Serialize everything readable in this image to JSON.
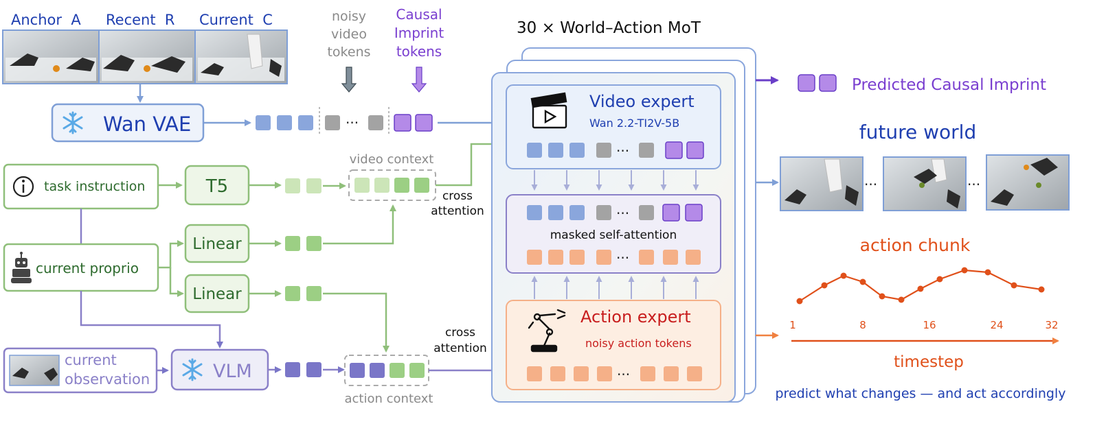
{
  "inputs": {
    "frames": [
      {
        "label": "Anchor  A"
      },
      {
        "label": "Recent  R"
      },
      {
        "label": "Current  C"
      }
    ],
    "noisy_video_tokens": [
      "noisy",
      "video",
      "tokens"
    ],
    "causal_imprint_tokens": [
      "Causal",
      "Imprint",
      "tokens"
    ],
    "wan_vae": "Wan VAE",
    "task_instruction": "task instruction",
    "t5": "T5",
    "current_proprio": "current proprio",
    "linear_1": "Linear",
    "linear_2": "Linear",
    "current_observation": [
      "current",
      "observation"
    ],
    "vlm": "VLM",
    "video_context": "video context",
    "action_context": "action context",
    "cross_attention_top": [
      "cross",
      "attention"
    ],
    "cross_attention_bottom": [
      "cross",
      "attention"
    ]
  },
  "mot": {
    "title": "30 × World–Action MoT",
    "video_expert_title": "Video expert",
    "video_expert_subtitle": "Wan 2.2-TI2V-5B",
    "masked_self_attention": "masked self-attention",
    "action_expert_title": "Action expert",
    "action_expert_subtitle": "noisy action tokens",
    "ellipsis": "···"
  },
  "outputs": {
    "predicted_causal_imprint": "Predicted Causal Imprint",
    "future_world": "future world",
    "action_chunk": "action chunk",
    "timestep_ticks": [
      "1",
      "8",
      "16",
      "24",
      "32"
    ],
    "timestep_label": "timestep",
    "tagline": "predict what changes — and act accordingly",
    "ellipsis": "···"
  },
  "colors": {
    "blue_text": "#1f3fb0",
    "purple_text": "#7a3fd0",
    "green_text": "#2e6b2e",
    "orange_text": "#e0501a",
    "red_text": "#c81e1e",
    "token_blue": "#8aa6dc",
    "token_gray": "#a3a3a3",
    "token_purple": "#b48ae8",
    "token_green_light": "#cce5b8",
    "token_green": "#9ccf84",
    "token_navy": "#7a76c8",
    "token_orange": "#f5b088",
    "box_blue": "#7f9fd6",
    "box_green": "#8fbf7a",
    "box_purple": "#8a80c8"
  }
}
